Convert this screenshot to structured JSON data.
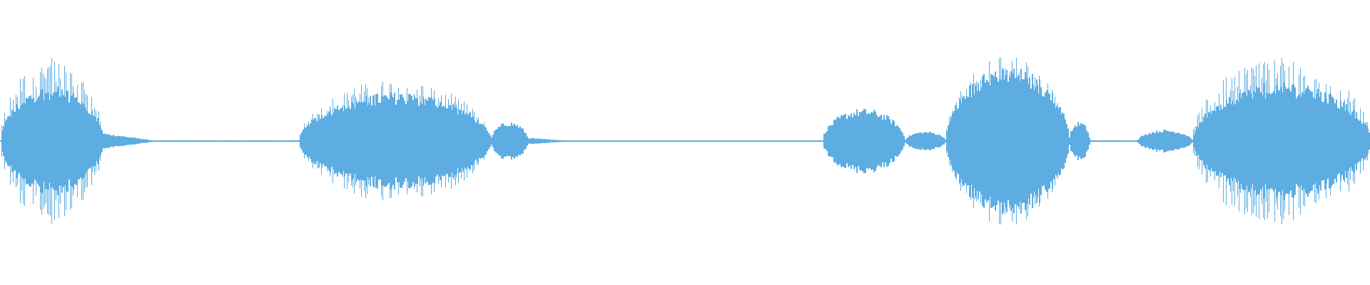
{
  "waveform": {
    "color": "#5dade2",
    "background": "#ffffff",
    "amplitude_range": [
      -1,
      1
    ],
    "segments": [
      {
        "kind": "voice",
        "start": 0.0,
        "end": 0.075,
        "peak": 0.58,
        "body": 0.34,
        "spiky": true
      },
      {
        "kind": "decay",
        "start": 0.075,
        "end": 0.115,
        "peak": 0.14,
        "body": 0.05,
        "spiky": false
      },
      {
        "kind": "silence",
        "start": 0.115,
        "end": 0.218,
        "peak": 0.01,
        "body": 0.005,
        "spiky": false
      },
      {
        "kind": "voice",
        "start": 0.218,
        "end": 0.358,
        "peak": 0.43,
        "body": 0.3,
        "spiky": true
      },
      {
        "kind": "voice",
        "start": 0.358,
        "end": 0.385,
        "peak": 0.21,
        "body": 0.12,
        "spiky": false
      },
      {
        "kind": "decay",
        "start": 0.385,
        "end": 0.42,
        "peak": 0.06,
        "body": 0.02,
        "spiky": false
      },
      {
        "kind": "silence",
        "start": 0.42,
        "end": 0.6,
        "peak": 0.01,
        "body": 0.004,
        "spiky": false
      },
      {
        "kind": "voice",
        "start": 0.6,
        "end": 0.66,
        "peak": 0.27,
        "body": 0.2,
        "spiky": false
      },
      {
        "kind": "voice",
        "start": 0.66,
        "end": 0.69,
        "peak": 0.1,
        "body": 0.06,
        "spiky": false
      },
      {
        "kind": "voice",
        "start": 0.69,
        "end": 0.78,
        "peak": 0.6,
        "body": 0.46,
        "spiky": true
      },
      {
        "kind": "voice",
        "start": 0.78,
        "end": 0.795,
        "peak": 0.28,
        "body": 0.12,
        "spiky": false
      },
      {
        "kind": "silence",
        "start": 0.795,
        "end": 0.83,
        "peak": 0.01,
        "body": 0.005,
        "spiky": false
      },
      {
        "kind": "voice",
        "start": 0.83,
        "end": 0.87,
        "peak": 0.13,
        "body": 0.07,
        "spiky": false
      },
      {
        "kind": "voice",
        "start": 0.87,
        "end": 1.0,
        "peak": 0.6,
        "body": 0.36,
        "spiky": true
      }
    ]
  }
}
